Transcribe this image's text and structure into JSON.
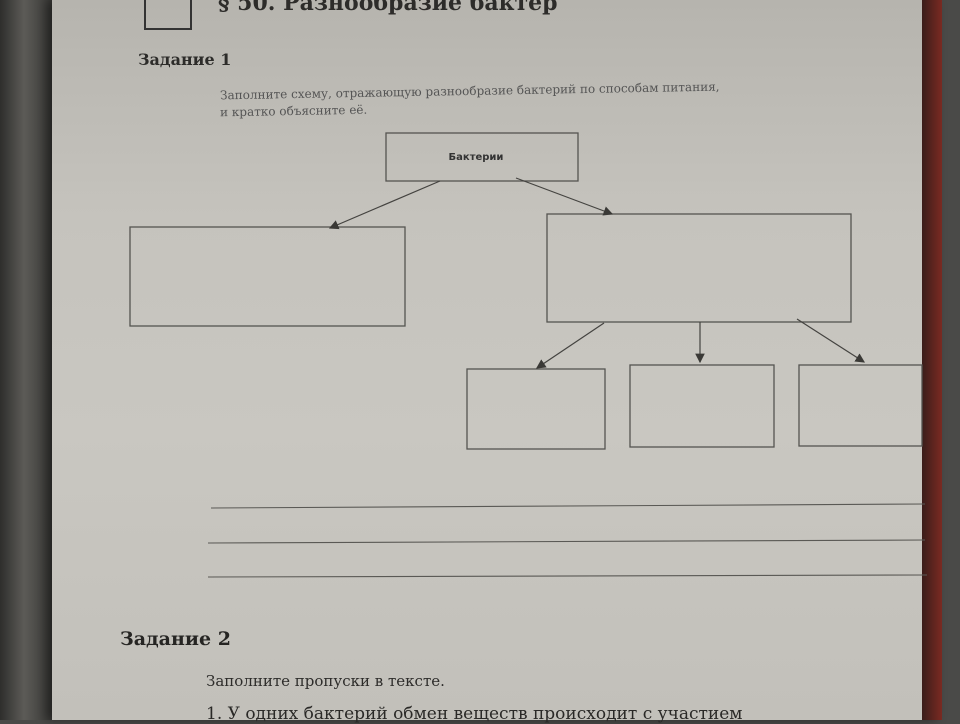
{
  "header": {
    "title": "§ 50. Разнообразие бактер"
  },
  "task1": {
    "title": "Задание 1",
    "instruction_line1": "Заполните схему, отражающую разнообразие бактерий по способам питания,",
    "instruction_line2": "и кратко объясните её.",
    "root_label": "Бактерии"
  },
  "task2": {
    "title": "Задание 2",
    "instruction": "Заполните пропуски в тексте.",
    "item1": "1. У одних бактерий обмен веществ происходит с участием"
  },
  "colors": {
    "paper": "#c5c3bd",
    "ink": "#2d2c2a",
    "lines": "#5a5955"
  }
}
